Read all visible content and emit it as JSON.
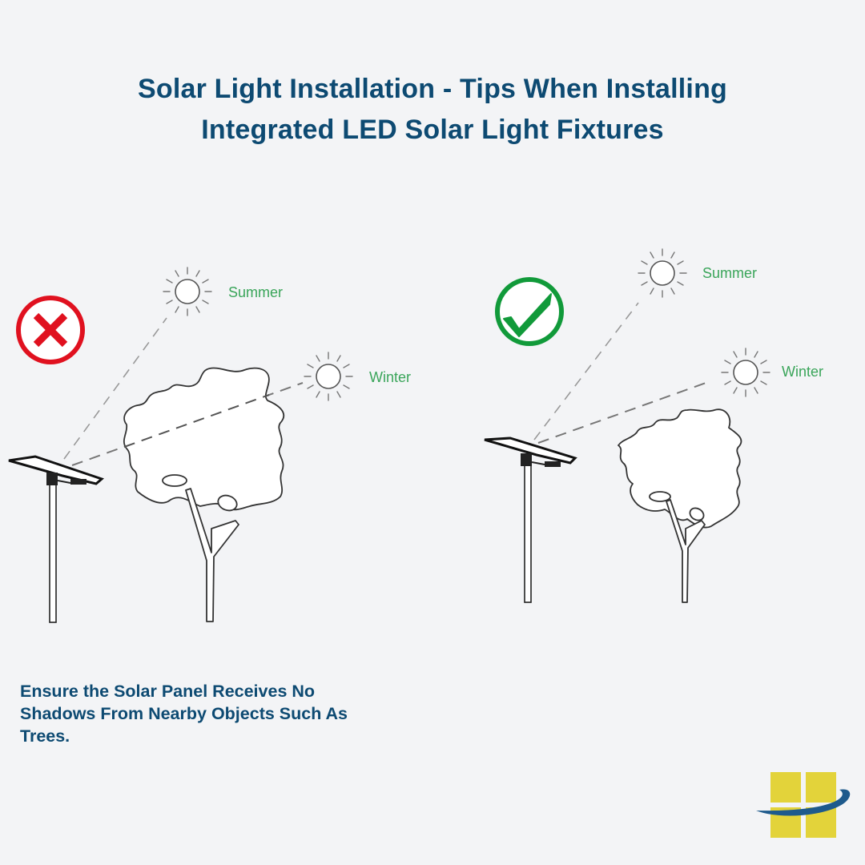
{
  "title": {
    "line1": "Solar Light Installation - Tips When Installing",
    "line2": "Integrated LED Solar Light Fixtures"
  },
  "panels": [
    {
      "status": "incorrect",
      "status_icon": "x-circle-icon",
      "status_color": "#e0111f",
      "sun_labels": {
        "summer": "Summer",
        "winter": "Winter"
      }
    },
    {
      "status": "correct",
      "status_icon": "check-circle-icon",
      "status_color": "#119a3a",
      "sun_labels": {
        "summer": "Summer",
        "winter": "Winter"
      }
    }
  ],
  "caption": {
    "line1": "Ensure the Solar Panel Receives No",
    "line2": "Shadows From Nearby Objects Such As",
    "line3": "Trees."
  },
  "colors": {
    "background": "#f3f4f6",
    "title": "#0d4a72",
    "label_green": "#3aa55a",
    "logo_yellow": "#e3d33a",
    "logo_blue": "#1e5a8c"
  },
  "logo": {
    "icon": "brand-logo-icon"
  }
}
